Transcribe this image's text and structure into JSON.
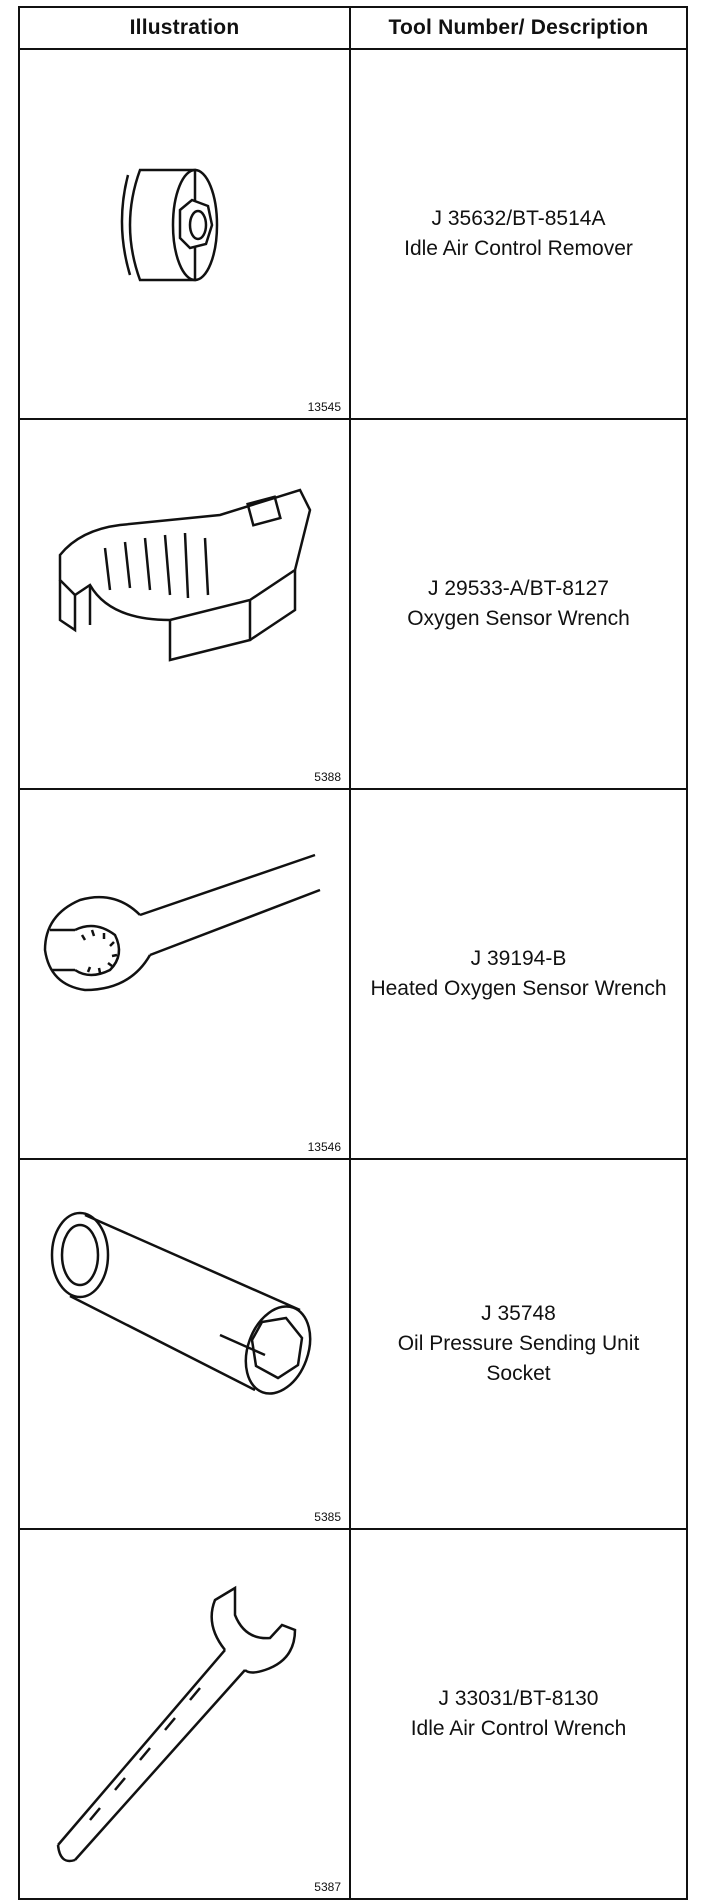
{
  "table": {
    "headers": {
      "illustration": "Illustration",
      "tool": "Tool Number/ Description"
    },
    "rows": [
      {
        "fig_number": "13545",
        "tool_number": "J 35632/BT-8514A",
        "description": "Idle Air Control Remover",
        "icon": "socket-tool-icon"
      },
      {
        "fig_number": "5388",
        "tool_number": "J 29533-A/BT-8127",
        "description": "Oxygen Sensor Wrench",
        "icon": "crowfoot-wrench-icon"
      },
      {
        "fig_number": "13546",
        "tool_number": "J 39194-B",
        "description": "Heated Oxygen Sensor Wrench",
        "icon": "flare-nut-wrench-icon"
      },
      {
        "fig_number": "5385",
        "tool_number": "J 35748",
        "description": "Oil Pressure Sending Unit Socket",
        "icon": "deep-socket-icon"
      },
      {
        "fig_number": "5387",
        "tool_number": "J 33031/BT-8130",
        "description": "Idle Air Control Wrench",
        "icon": "open-end-wrench-icon"
      }
    ]
  }
}
